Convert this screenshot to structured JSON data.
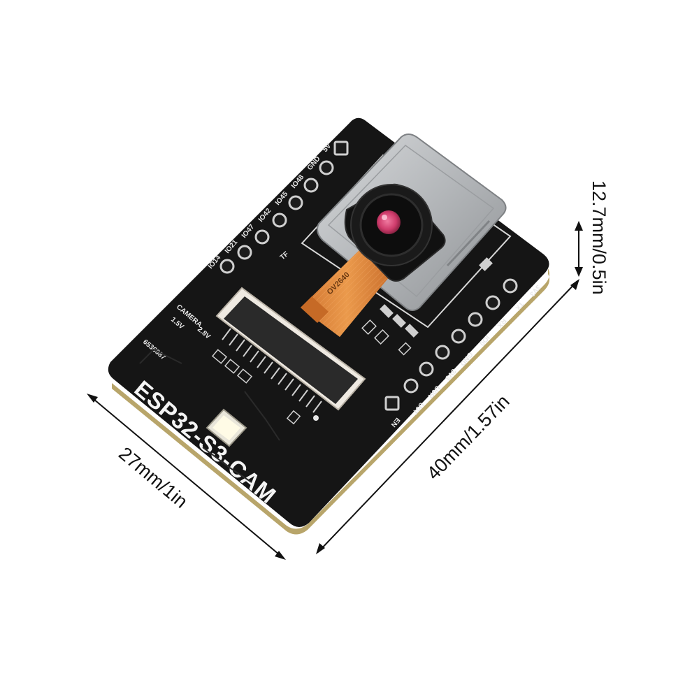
{
  "board": {
    "name": "ESP32-S3-CAM",
    "camera_label": "CAMERA",
    "voltage_1": "1.5V",
    "voltage_2": "2.8V",
    "tf_label": "TF",
    "serial": "6536687",
    "sensor_label": "OV2640",
    "top_pins": [
      "IO14",
      "IO21",
      "IO47",
      "IO42",
      "IO45",
      "IO48",
      "GND",
      "5V"
    ],
    "right_pins": [
      "EN",
      "U0T",
      "U0R",
      "3V3",
      "GND",
      "IO0",
      "RX",
      "TX",
      "3V3"
    ]
  },
  "dimensions": {
    "width": "27mm/1in",
    "length": "40mm/1.57in",
    "height": "12.7mm/0.5in"
  },
  "colors": {
    "pcb": "#151515",
    "pcb_edge": "#b8a56a",
    "fpc": "#e0873b",
    "shield": "#b9bcbf",
    "lens": "#d8477a",
    "led": "#fffbe6"
  }
}
